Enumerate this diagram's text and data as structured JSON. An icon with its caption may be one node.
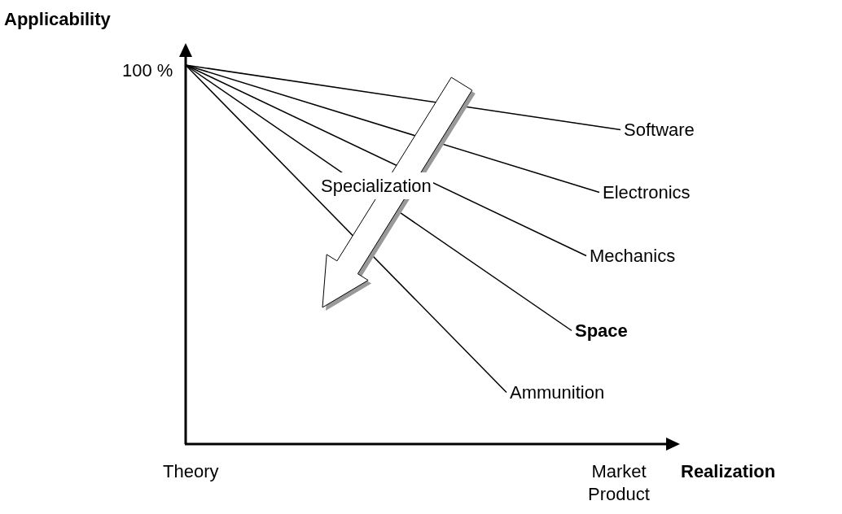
{
  "diagram": {
    "nodes": [
      {
        "text": [
          "Software"
        ]
      },
      {
        "text": [
          "Electronics"
        ]
      },
      {
        "text": [
          "Mechanics"
        ]
      },
      {
        "text": [
          "Space"
        ]
      },
      {
        "text": [
          "Ammunition"
        ]
      },
      {
        "text": [
          "Specialization"
        ]
      }
    ],
    "edges": [
      {
        "from": null,
        "to": 0,
        "arrow": "none"
      },
      {
        "from": null,
        "to": 1,
        "arrow": "none"
      },
      {
        "from": null,
        "to": 2,
        "arrow": "none"
      },
      {
        "from": null,
        "to": 3,
        "arrow": "none"
      },
      {
        "from": null,
        "to": 4,
        "arrow": "none"
      }
    ],
    "labels": [
      "Applicability",
      "100 %",
      "Theory",
      "Market Product",
      "Realization"
    ]
  }
}
